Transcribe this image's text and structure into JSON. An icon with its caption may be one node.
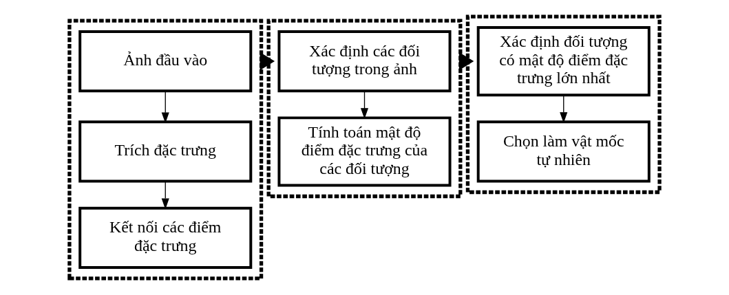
{
  "diagram": {
    "nodes": [
      {
        "text": [],
        "shape": "box"
      },
      {
        "text": [
          "Ảnh đầu vào"
        ],
        "in": 0
      },
      {
        "text": [
          "Trích đặc trưng"
        ],
        "in": 0
      },
      {
        "text": [
          "Kết nối các điểm đặc trưng"
        ],
        "in": 0
      },
      {
        "text": [],
        "shape": "box"
      },
      {
        "text": [
          "Xác định các đối tượng trong ảnh"
        ],
        "in": 4
      },
      {
        "text": [
          "Tính toán mật độ điểm đặc trưng của các đối tượng"
        ],
        "in": 4
      },
      {
        "text": [],
        "shape": "box"
      },
      {
        "text": [
          "Xác định đối tượng có mật độ điểm đặc trưng lớn nhất"
        ],
        "in": 7
      },
      {
        "text": [
          "Chọn làm vật mốc tự nhiên"
        ],
        "in": 7
      }
    ],
    "edges": [
      {
        "from": 1,
        "to": 2,
        "arrow": "to"
      },
      {
        "from": 2,
        "to": 3,
        "arrow": "to"
      },
      {
        "from": 0,
        "to": 4,
        "arrow": "to",
        "style": "thick"
      },
      {
        "from": 5,
        "to": 6,
        "arrow": "to"
      },
      {
        "from": 4,
        "to": 7,
        "arrow": "to",
        "style": "thick"
      },
      {
        "from": 8,
        "to": 9,
        "arrow": "to"
      }
    ]
  }
}
